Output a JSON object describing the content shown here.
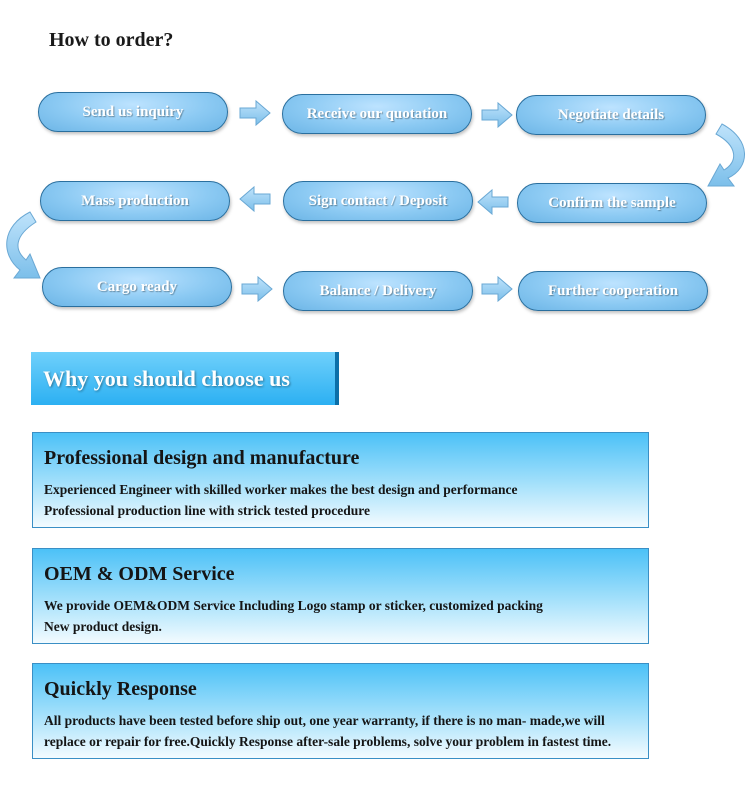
{
  "order": {
    "title": "How to order?",
    "steps": [
      "Send us inquiry",
      "Receive our quotation",
      "Negotiate details",
      "Confirm the sample",
      "Sign contact / Deposit",
      "Mass production",
      "Cargo ready",
      "Balance / Delivery",
      "Further cooperation"
    ]
  },
  "why": {
    "banner": "Why you should choose us",
    "cards": [
      {
        "title": "Professional design and manufacture",
        "lines": [
          "Experienced Engineer with skilled worker makes the best design and performance",
          "Professional production line with strick tested procedure"
        ]
      },
      {
        "title": "OEM & ODM Service",
        "lines": [
          "We provide OEM&ODM Service Including Logo stamp or sticker, customized packing",
          "New product design."
        ]
      },
      {
        "title": "Quickly Response",
        "lines": [
          "All products have been tested before ship out, one year warranty, if there is no man- made,we will",
          "replace or repair for free.Quickly Response after-sale problems, solve your problem in fastest time."
        ]
      }
    ]
  }
}
